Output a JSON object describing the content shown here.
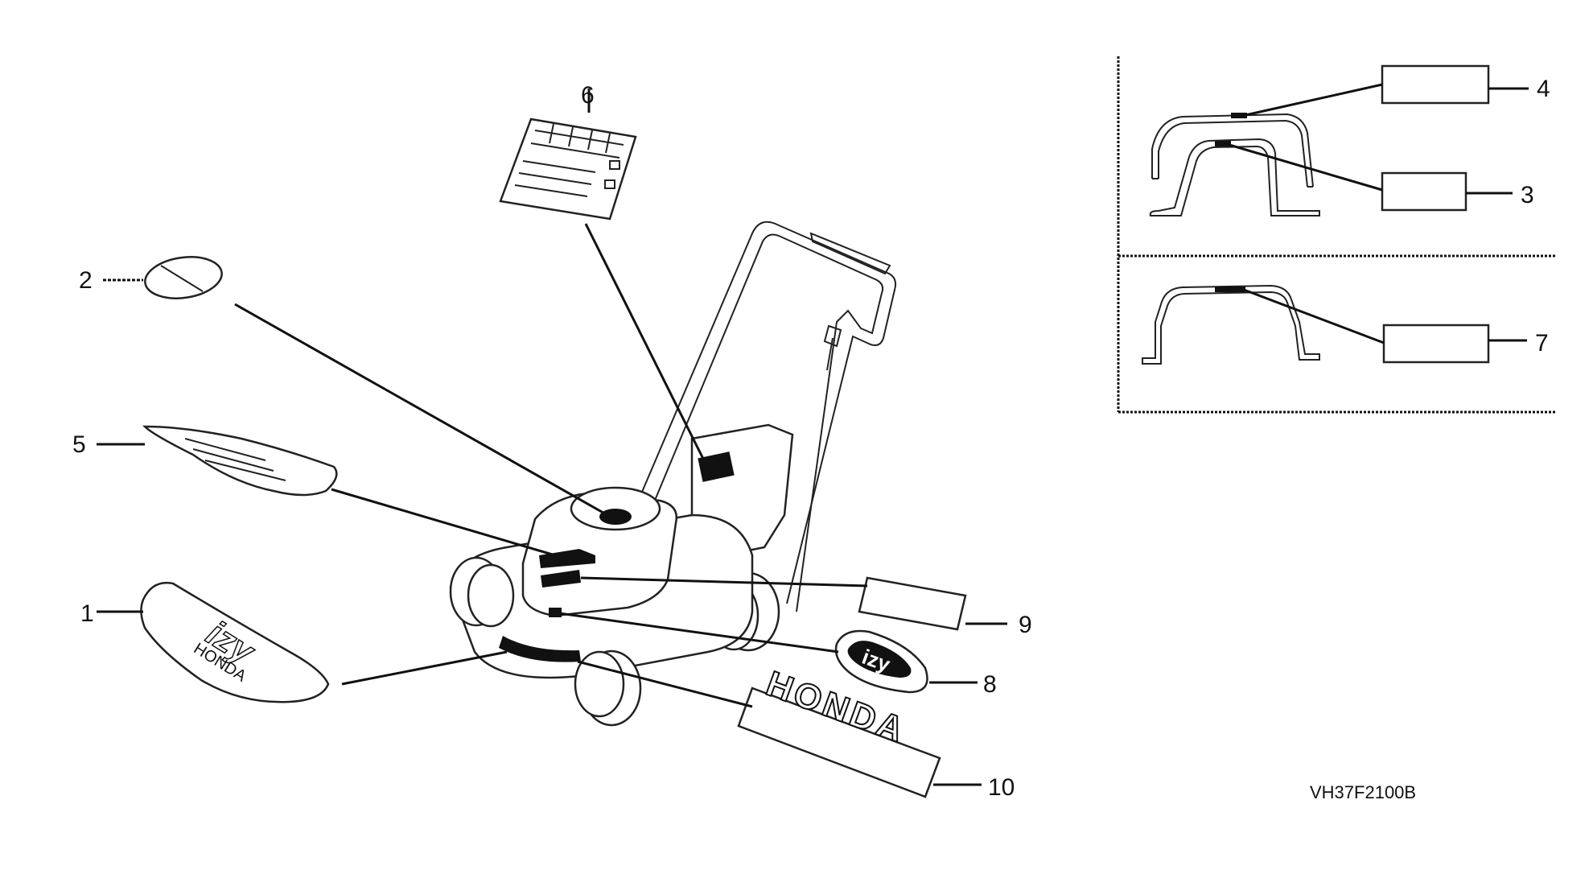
{
  "callouts": {
    "c1": "1",
    "c2": "2",
    "c3": "3",
    "c4": "4",
    "c5": "5",
    "c6": "6",
    "c7": "7",
    "c8": "8",
    "c9": "9",
    "c10": "10"
  },
  "decal_text": {
    "izy": "izy",
    "honda_small": "HONDA",
    "honda_large": "HONDA",
    "izy_badge": "izy"
  },
  "diagram_code": "VH37F2100B",
  "colors": {
    "line": "#111111",
    "background": "#ffffff"
  }
}
